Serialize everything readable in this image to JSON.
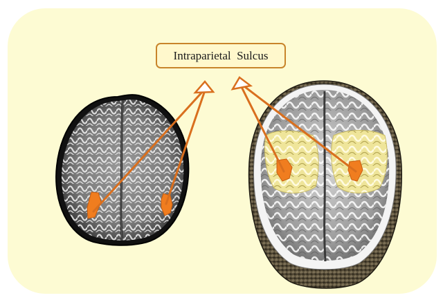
{
  "label": {
    "text": "Intraparietal  Sulcus"
  },
  "colors": {
    "panel_background": "#fdfbd3",
    "label_fill": "#fff8cc",
    "label_border": "#c8842a",
    "arrow": "#d96f1e",
    "highlight": "#f07d1f",
    "lobe_fill": "#efe59a"
  },
  "regions": [
    {
      "name": "left-2d-slice-region"
    },
    {
      "name": "right-2d-slice-region"
    },
    {
      "name": "left-3d-surface-region"
    },
    {
      "name": "right-3d-surface-region"
    }
  ]
}
